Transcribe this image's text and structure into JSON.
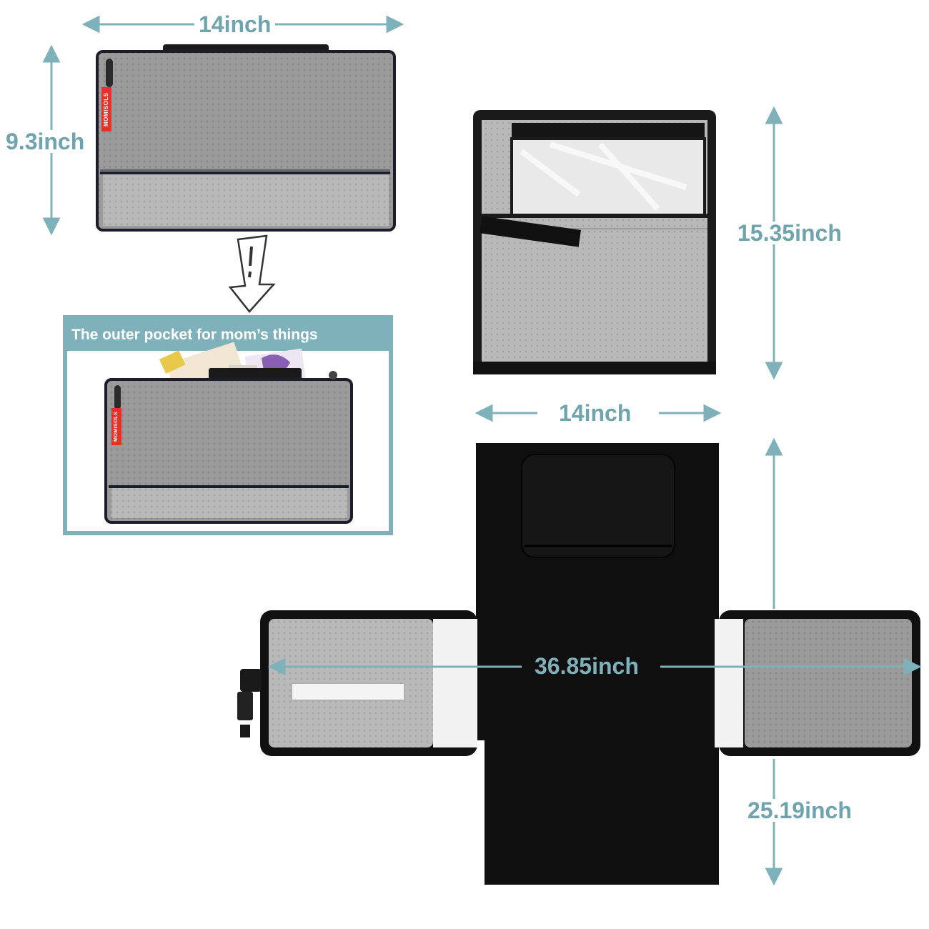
{
  "dimensions": {
    "folded_width": "14inch",
    "folded_height": "9.3inch",
    "open_pocket_height": "15.35inch",
    "pad_width": "14inch",
    "span_width": "36.85inch",
    "pad_height": "25.19inch"
  },
  "caption": "The outer pocket for mom’s things",
  "brand_label": "MOMISOLS",
  "colors": {
    "accent": "#7fb1bb",
    "dimension_text": "#6fa3ad",
    "mesh_gray": "#9c9c9c",
    "pad_black": "#111111",
    "brand_red": "#e4322b"
  },
  "icons": [
    "double-arrow-icon",
    "down-arrow-icon",
    "zipper-pull-icon",
    "buckle-icon"
  ]
}
